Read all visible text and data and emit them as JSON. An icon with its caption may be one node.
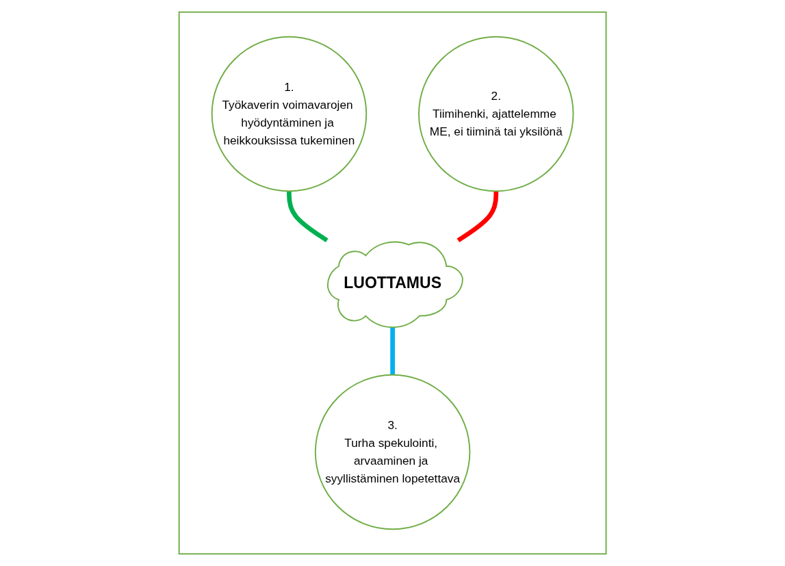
{
  "diagram": {
    "nodes": [
      {
        "text": [],
        "shape": "box"
      },
      {
        "text": [
          "1.",
          "Työkaverin voimavarojen hyödyntäminen ja heikkouksissa tukeminen"
        ],
        "in": 0
      },
      {
        "text": [
          "2.",
          "Tiimihenki, ajattelemme ME, ei tiiminä tai yksilönä"
        ],
        "in": 0
      },
      {
        "text": [
          "LUOTTAMUS"
        ],
        "in": 0
      },
      {
        "text": [
          "3.",
          "Turha spekulointi, arvaaminen ja syyllistäminen lopetettava"
        ],
        "in": 0
      }
    ],
    "edges": [
      {
        "from": 1,
        "to": 3,
        "arrow": "none",
        "color": "#00b050"
      },
      {
        "from": 2,
        "to": 3,
        "arrow": "none",
        "color": "#ff0000"
      },
      {
        "from": 3,
        "to": 4,
        "arrow": "none",
        "color": "#00b0f0"
      }
    ]
  }
}
